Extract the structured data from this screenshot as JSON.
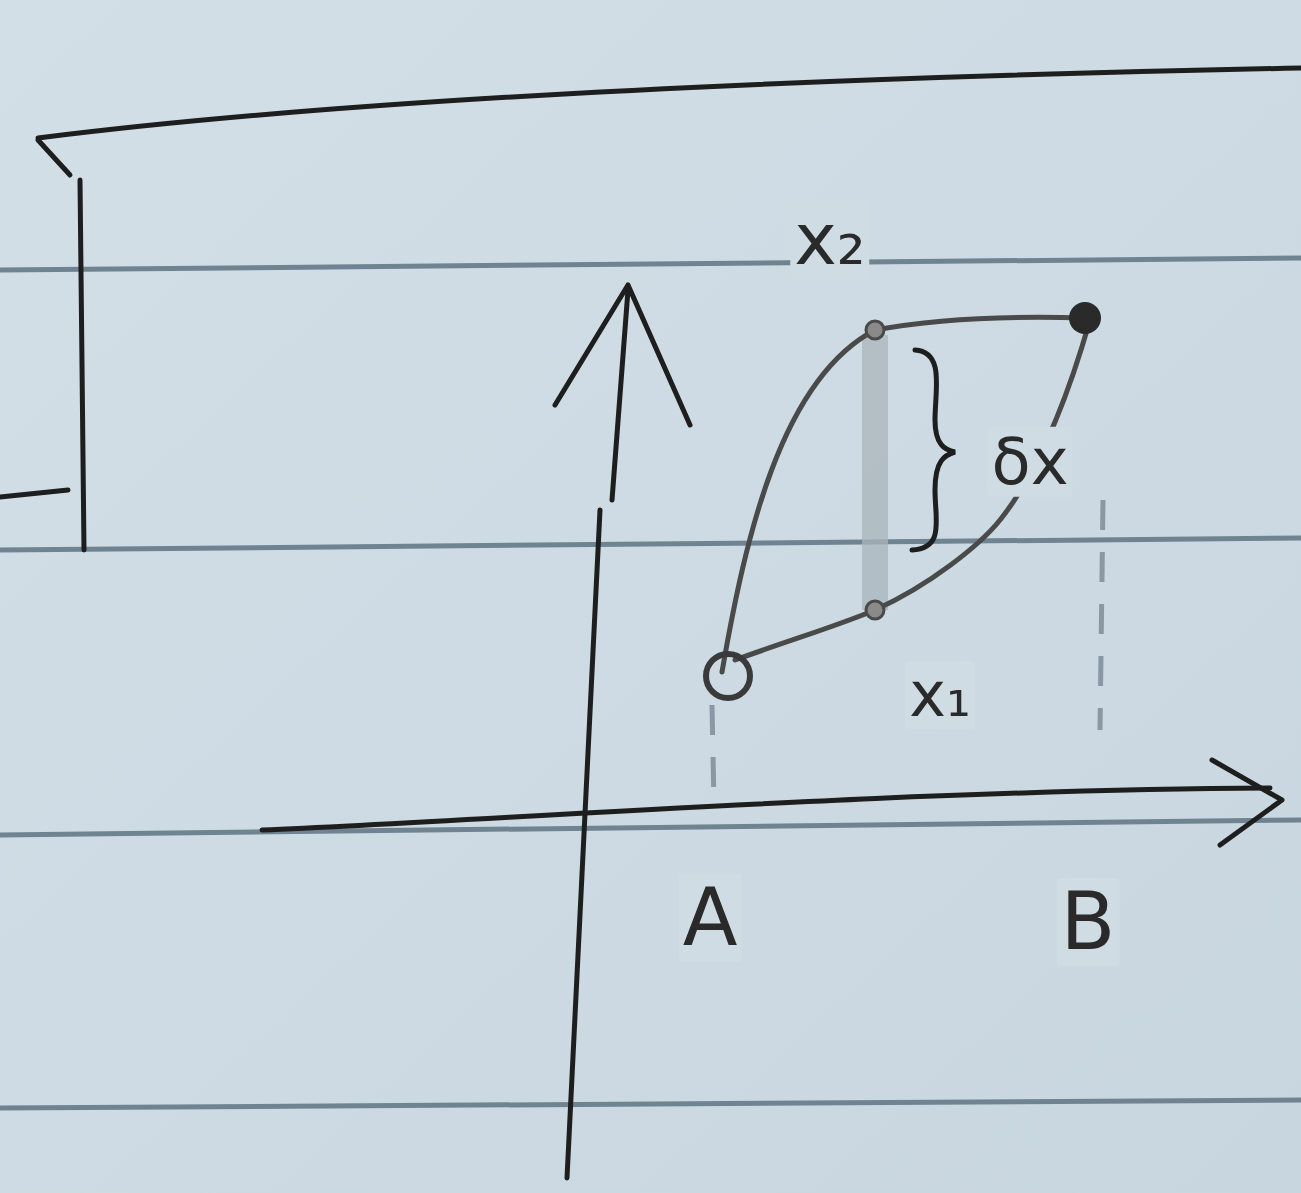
{
  "diagram": {
    "labels": [
      "x₂",
      "δx",
      "x₁",
      "A",
      "B"
    ]
  }
}
